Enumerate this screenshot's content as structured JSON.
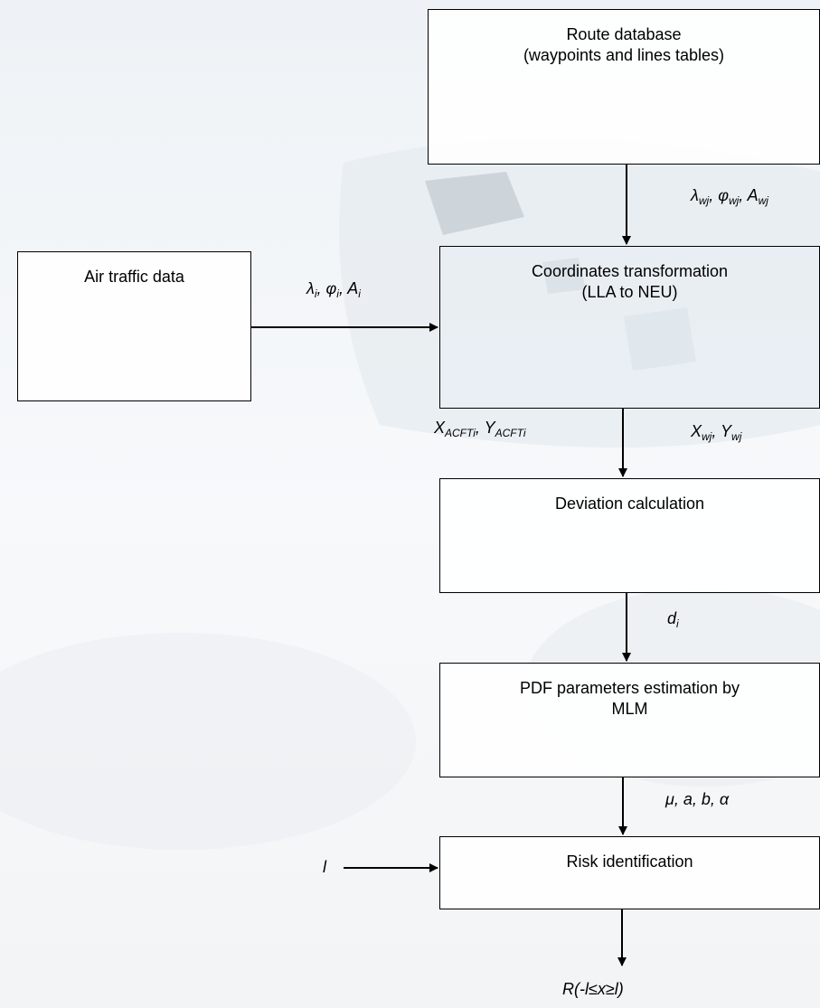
{
  "boxes": {
    "route_db": {
      "line1": "Route database",
      "line2": "(waypoints and lines tables)"
    },
    "air_traffic": {
      "line1": "Air traffic data"
    },
    "coord_transform": {
      "line1": "Coordinates transformation",
      "line2": "(LLA to NEU)"
    },
    "deviation": {
      "line1": "Deviation calculation"
    },
    "pdf_params": {
      "line1": "PDF parameters estimation by",
      "line2": "MLM"
    },
    "risk": {
      "line1": "Risk identification"
    }
  },
  "labels": {
    "wp_coords": {
      "l1": "λ",
      "s1": "wj",
      "sep1": ", φ",
      "s2": "wj",
      "sep2": ", A",
      "s3": "wj"
    },
    "ac_coords": {
      "l1": "λ",
      "s1": "i",
      "sep1": ", φ",
      "s2": "i",
      "sep2": ", A",
      "s3": "i"
    },
    "acft_xy": {
      "l1": "X",
      "s1": "ACFTi",
      "sep1": ", Y",
      "s2": "ACFTi"
    },
    "wp_xy": {
      "l1": "X",
      "s1": "wj",
      "sep1": ", Y",
      "s2": "wj"
    },
    "deviation_d": {
      "l1": "d",
      "s1": "i"
    },
    "params": "μ, a, b, α",
    "limit": "l",
    "result": "R(-l≤x≥l)"
  },
  "colors": {
    "box_border": "#000000",
    "arrow": "#000000",
    "background_tint": "#e8eef4"
  }
}
